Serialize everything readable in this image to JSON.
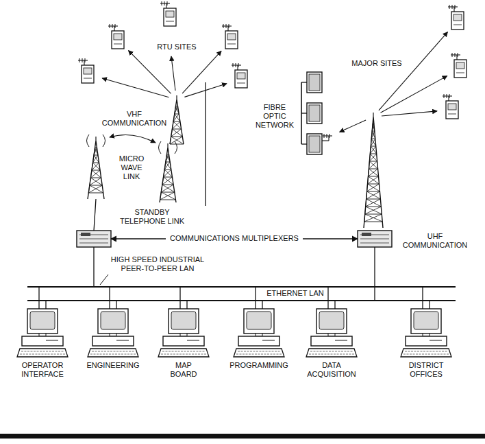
{
  "diagram": {
    "nodes": [
      {
        "text": [
          "OPERATOR INTERFACE"
        ]
      },
      {
        "text": [
          "ENGINEERING"
        ]
      },
      {
        "text": [
          "MAP BOARD"
        ]
      },
      {
        "text": [
          "PROGRAMMING"
        ]
      },
      {
        "text": [
          "DATA ACQUISITION"
        ]
      },
      {
        "text": [
          "DISTRICT OFFICES"
        ]
      }
    ],
    "labels": [
      "RTU SITES",
      "VHF COMMUNICATION",
      "MICRO WAVE LINK",
      "STANDBY TELEPHONE LINK",
      "MAJOR SITES",
      "FIBRE OPTIC NETWORK",
      "UHF COMMUNICATION",
      "COMMUNICATIONS MULTIPLEXERS",
      "HIGH SPEED INDUSTRIAL PEER-TO-PEER LAN",
      "ETHERNET LAN"
    ]
  }
}
